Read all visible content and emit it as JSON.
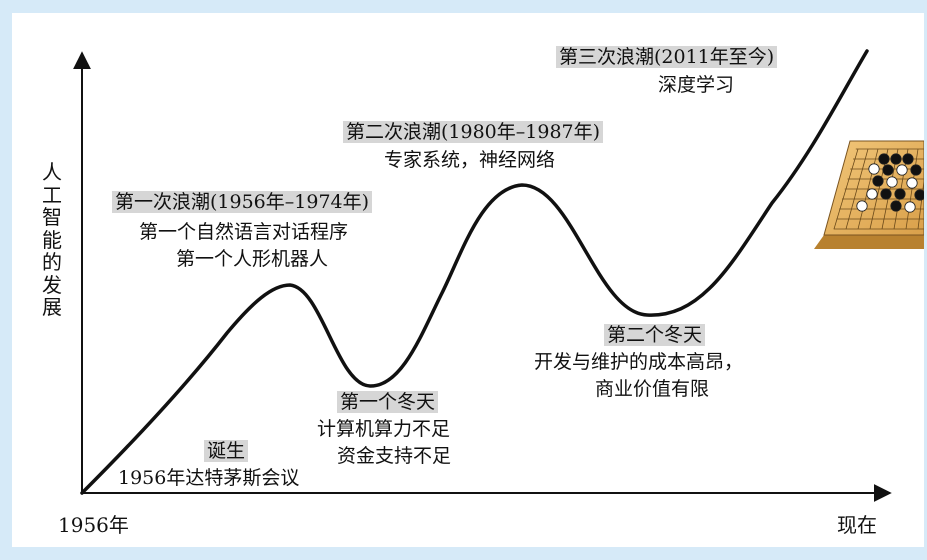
{
  "y_axis_label": "人工智能的发展",
  "x_axis_start": "1956年",
  "x_axis_end": "现在",
  "events": {
    "birth": {
      "title": "诞生",
      "lines": [
        "1956年达特茅斯会议"
      ]
    },
    "wave1": {
      "title": "第一次浪潮(1956年–1974年)",
      "lines": [
        "第一个自然语言对话程序",
        "第一个人形机器人"
      ]
    },
    "winter1": {
      "title": "第一个冬天",
      "lines": [
        "计算机算力不足",
        "资金支持不足"
      ]
    },
    "wave2": {
      "title": "第二次浪潮(1980年–1987年)",
      "lines": [
        "专家系统，神经网络"
      ]
    },
    "winter2": {
      "title": "第二个冬天",
      "lines": [
        "开发与维护的成本高昂，",
        "商业价值有限"
      ]
    },
    "wave3": {
      "title": "第三次浪潮(2011年至今)",
      "lines": [
        "深度学习"
      ]
    }
  },
  "colors": {
    "background": "#d6eaf8",
    "panel": "#ffffff",
    "highlight": "#d6d6d6",
    "curve": "#111111"
  },
  "icons": {
    "go_board": "go-board-icon"
  }
}
